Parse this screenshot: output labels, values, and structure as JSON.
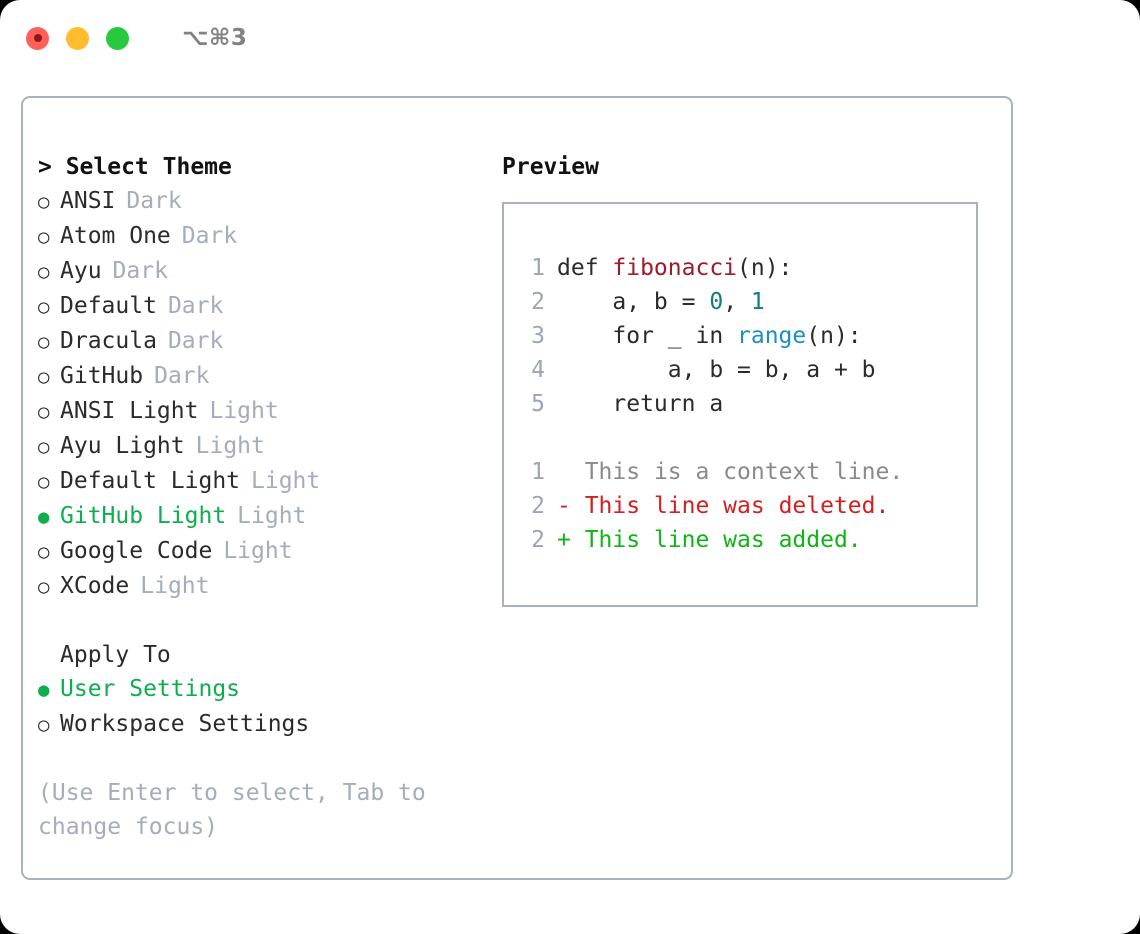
{
  "titlebar": {
    "shortcut": "⌥⌘3",
    "buttons": [
      {
        "name": "close",
        "color": "#ff6159"
      },
      {
        "name": "minimize",
        "color": "#ffbd2e"
      },
      {
        "name": "maximize",
        "color": "#27c93f"
      }
    ]
  },
  "theme_picker": {
    "heading": "> Select Theme",
    "bullet_unselected": "○",
    "bullet_selected": "●",
    "items": [
      {
        "label": "ANSI",
        "variant": "Dark",
        "selected": false
      },
      {
        "label": "Atom One",
        "variant": "Dark",
        "selected": false
      },
      {
        "label": "Ayu",
        "variant": "Dark",
        "selected": false
      },
      {
        "label": "Default",
        "variant": "Dark",
        "selected": false
      },
      {
        "label": "Dracula",
        "variant": "Dark",
        "selected": false
      },
      {
        "label": "GitHub",
        "variant": "Dark",
        "selected": false
      },
      {
        "label": "ANSI Light",
        "variant": "Light",
        "selected": false
      },
      {
        "label": "Ayu Light",
        "variant": "Light",
        "selected": false
      },
      {
        "label": "Default Light",
        "variant": "Light",
        "selected": false
      },
      {
        "label": "GitHub Light",
        "variant": "Light",
        "selected": true
      },
      {
        "label": "Google Code",
        "variant": "Light",
        "selected": false
      },
      {
        "label": "XCode",
        "variant": "Light",
        "selected": false
      }
    ]
  },
  "apply_to": {
    "heading": "Apply To",
    "items": [
      {
        "label": "User Settings",
        "selected": true
      },
      {
        "label": "Workspace Settings",
        "selected": false
      }
    ]
  },
  "hint": "(Use Enter to select, Tab to change focus)",
  "preview": {
    "title": "Preview",
    "code_lines": [
      {
        "num": "1",
        "segments": [
          {
            "text": "def ",
            "tok": "plain"
          },
          {
            "text": "fibonacci",
            "tok": "fn"
          },
          {
            "text": "(n):",
            "tok": "plain"
          }
        ]
      },
      {
        "num": "2",
        "segments": [
          {
            "text": "    a, b = ",
            "tok": "plain"
          },
          {
            "text": "0",
            "tok": "num"
          },
          {
            "text": ", ",
            "tok": "plain"
          },
          {
            "text": "1",
            "tok": "num"
          }
        ]
      },
      {
        "num": "3",
        "segments": [
          {
            "text": "    for _ in ",
            "tok": "plain"
          },
          {
            "text": "range",
            "tok": "call"
          },
          {
            "text": "(n):",
            "tok": "plain"
          }
        ]
      },
      {
        "num": "4",
        "segments": [
          {
            "text": "        a, b = b, a + b",
            "tok": "plain"
          }
        ]
      },
      {
        "num": "5",
        "segments": [
          {
            "text": "    return a",
            "tok": "plain"
          }
        ]
      }
    ],
    "diff_lines": [
      {
        "num": "1",
        "marker": "  ",
        "text": "This is a context line.",
        "kind": "ctx"
      },
      {
        "num": "2",
        "marker": "- ",
        "text": "This line was deleted.",
        "kind": "del"
      },
      {
        "num": "2",
        "marker": "+ ",
        "text": "This line was added.",
        "kind": "add"
      }
    ]
  },
  "colors": {
    "accent_green": "#0eae4e",
    "muted": "#a3adbb",
    "border": "#a9b2bf",
    "fn": "#9e1b28",
    "num": "#0f7d7b",
    "call": "#1a8fc4",
    "diff_del": "#d21f1f",
    "diff_add": "#12b317"
  }
}
